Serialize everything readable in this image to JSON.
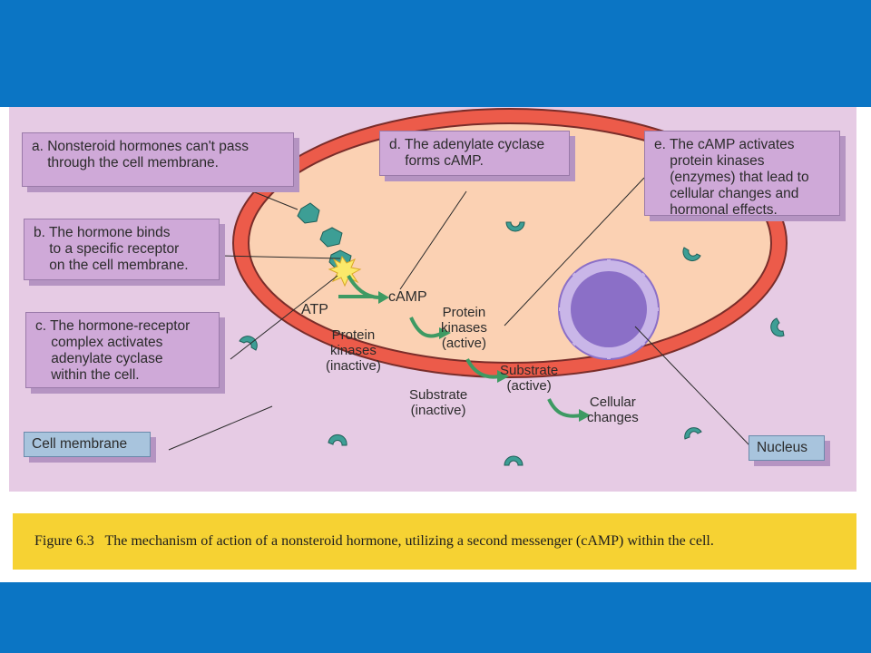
{
  "callouts": {
    "a": "a. Nonsteroid hormones can't pass\n    through the cell membrane.",
    "b": "b. The hormone binds\n    to a specific receptor\n    on the cell membrane.",
    "c": "c. The hormone-receptor\n    complex activates\n    adenylate cyclase\n    within the cell.",
    "d": "d. The adenylate cyclase\n    forms cAMP.",
    "e": "e. The cAMP activates\n    protein kinases\n    (enzymes) that lead to\n    cellular changes and\n    hormonal effects."
  },
  "labels": {
    "cell_membrane": "Cell membrane",
    "nucleus": "Nucleus"
  },
  "pathway": {
    "atp": "ATP",
    "camp": "cAMP",
    "pk_inactive": "Protein\nkinases\n(inactive)",
    "pk_active": "Protein\nkinases\n(active)",
    "sub_inactive": "Substrate\n(inactive)",
    "sub_active": "Substrate\n(active)",
    "cellular": "Cellular\nchanges"
  },
  "caption": "Figure 6.3   The mechanism of action of a nonsteroid hormone, utilizing a second messenger (cAMP) within the cell.",
  "colors": {
    "background_band": "#0b75c4",
    "panel": "#e6cbe4",
    "membrane": "#ec5b4a",
    "cytoplasm": "#fbd1b3",
    "nucleus": "#8b6fc7",
    "arrow": "#3e9a63",
    "hormone": "#3d9e95",
    "caption_bar": "#f6d233"
  }
}
